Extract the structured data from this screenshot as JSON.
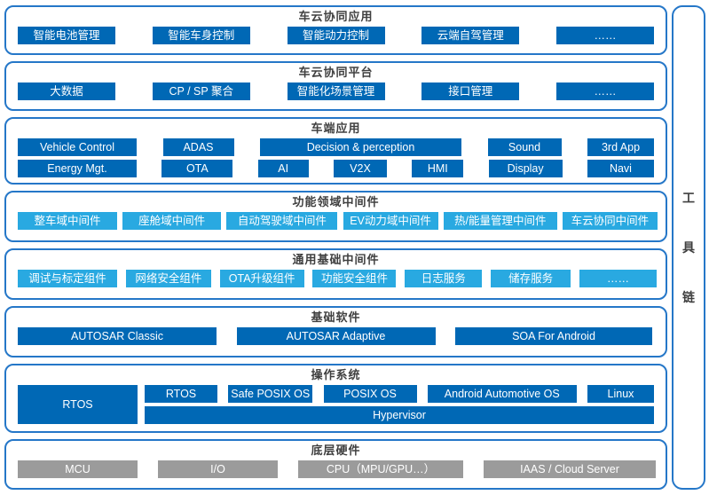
{
  "colors": {
    "dark_blue": "#0068B5",
    "light_blue": "#29A9E1",
    "gray": "#9B9B9B",
    "panel_border_blue": "#2577C8",
    "title_text": "#3F3F3F"
  },
  "toolchain": {
    "label": "工具链",
    "chars": [
      "工",
      "具",
      "链"
    ]
  },
  "layers": {
    "cloud_app": {
      "title": "车云协同应用",
      "boxes": [
        "智能电池管理",
        "智能车身控制",
        "智能动力控制",
        "云端自驾管理",
        "……"
      ]
    },
    "cloud_platform": {
      "title": "车云协同平台",
      "boxes": [
        "大数据",
        "CP / SP 聚合",
        "智能化场景管理",
        "接口管理",
        "……"
      ]
    },
    "vehicle_app": {
      "title": "车端应用",
      "row1": [
        "Vehicle Control",
        "ADAS",
        "Decision & perception",
        "Sound",
        "3rd App"
      ],
      "row2": [
        "Energy Mgt.",
        "OTA",
        "AI",
        "V2X",
        "HMI",
        "Display",
        "Navi"
      ]
    },
    "domain_mw": {
      "title": "功能领域中间件",
      "boxes": [
        "整车域中间件",
        "座舱域中间件",
        "自动驾驶域中间件",
        "EV动力域中间件",
        "热/能量管理中间件",
        "车云协同中间件"
      ]
    },
    "common_mw": {
      "title": "通用基础中间件",
      "boxes": [
        "调试与标定组件",
        "网络安全组件",
        "OTA升级组件",
        "功能安全组件",
        "日志服务",
        "储存服务",
        "……"
      ]
    },
    "basic_sw": {
      "title": "基础软件",
      "boxes": [
        "AUTOSAR Classic",
        "AUTOSAR Adaptive",
        "SOA For Android"
      ]
    },
    "os": {
      "title": "操作系统",
      "rtos_main": "RTOS",
      "row1": [
        "RTOS",
        "Safe POSIX OS",
        "POSIX OS",
        "Android Automotive OS",
        "Linux"
      ],
      "hypervisor": "Hypervisor"
    },
    "hardware": {
      "title": "底层硬件",
      "boxes": [
        "MCU",
        "I/O",
        "CPU（MPU/GPU…）",
        "IAAS / Cloud Server"
      ]
    }
  }
}
